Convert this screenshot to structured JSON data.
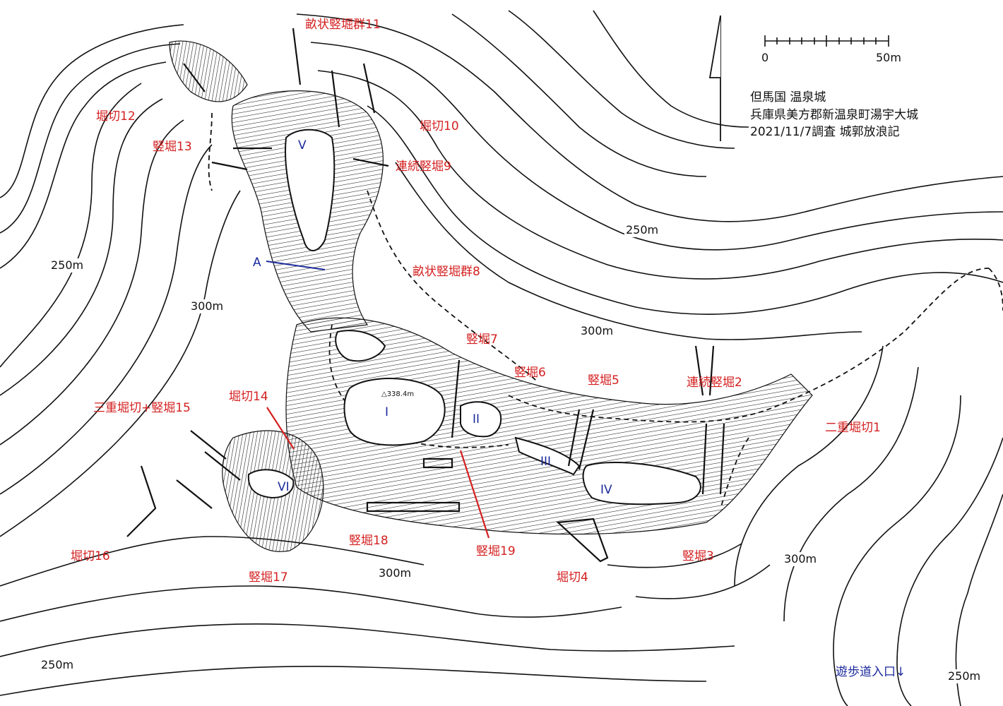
{
  "info": {
    "lines": [
      "但馬国 温泉城",
      "兵庫県美方郡新温泉町湯宇大城",
      "2021/11/7調査 城郭放浪記"
    ]
  },
  "scale": {
    "zero": "0",
    "end": "50m"
  },
  "enclosures": {
    "I": "I",
    "II": "II",
    "III": "III",
    "IV": "IV",
    "V": "V",
    "VI": "VI",
    "A": "A"
  },
  "peak": "△338.4m",
  "features": {
    "f1": "二重堀切1",
    "f2": "連続竪堀2",
    "f3": "竪堀3",
    "f4": "堀切4",
    "f5": "竪堀5",
    "f6": "竪堀6",
    "f7": "竪堀7",
    "f8": "畝状竪堀群8",
    "f9": "連続竪堀9",
    "f10": "堀切10",
    "f11": "畝状竪堀群11",
    "f12": "堀切12",
    "f13": "竪堀13",
    "f14": "堀切14",
    "f15": "三重堀切+竪堀15",
    "f16": "堀切16",
    "f17": "竪堀17",
    "f18": "竪堀18",
    "f19": "竪堀19"
  },
  "elevations": {
    "e1": "250m",
    "e2": "250m",
    "e3": "300m",
    "e4": "300m",
    "e5": "300m",
    "e6": "300m",
    "e7": "250m",
    "e8": "250m"
  },
  "trail": "遊歩道入口↓",
  "colors": {
    "label": "#d42020",
    "enclosure": "#1c2a9c",
    "contour": "#111111"
  }
}
